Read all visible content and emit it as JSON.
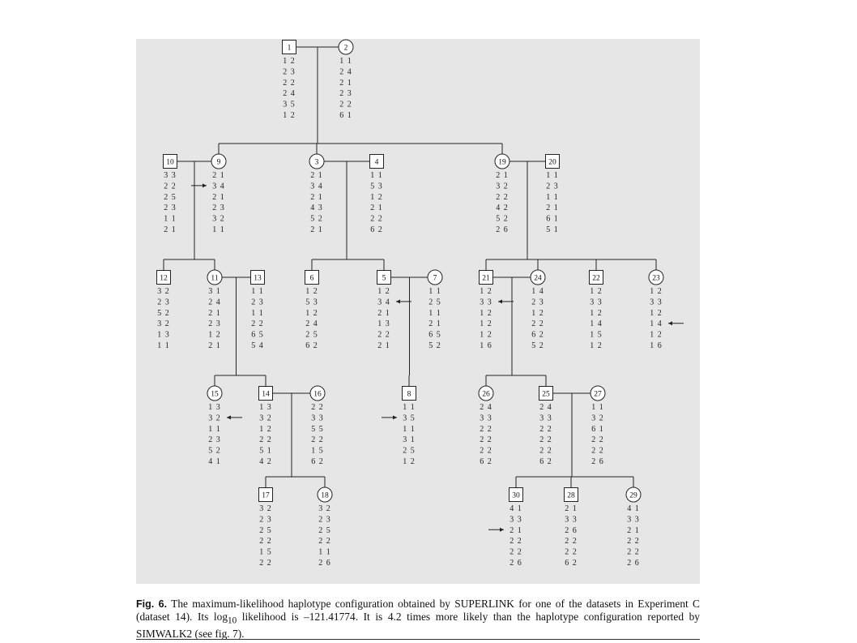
{
  "figure": {
    "individuals": [
      {
        "id": "1",
        "sex": "male",
        "haplotypes": [
          "1 2",
          "2 3",
          "2 2",
          "2 4",
          "3 5",
          "1 2"
        ]
      },
      {
        "id": "2",
        "sex": "female",
        "haplotypes": [
          "1 1",
          "2 4",
          "2 1",
          "2 3",
          "2 2",
          "6 1"
        ]
      },
      {
        "id": "10",
        "sex": "male",
        "haplotypes": [
          "3 3",
          "2 2",
          "2 5",
          "2 3",
          "1 1",
          "2 1"
        ]
      },
      {
        "id": "9",
        "sex": "female",
        "haplotypes": [
          "2 1",
          "3 4",
          "2 1",
          "2 3",
          "3 2",
          "1 1"
        ]
      },
      {
        "id": "3",
        "sex": "female",
        "haplotypes": [
          "2 1",
          "3 4",
          "2 1",
          "4 3",
          "5 2",
          "2 1"
        ]
      },
      {
        "id": "4",
        "sex": "male",
        "haplotypes": [
          "1 1",
          "5 3",
          "1 2",
          "2 1",
          "2 2",
          "6 2"
        ]
      },
      {
        "id": "19",
        "sex": "female",
        "haplotypes": [
          "2 1",
          "3 2",
          "2 2",
          "4 2",
          "5 2",
          "2 6"
        ]
      },
      {
        "id": "20",
        "sex": "male",
        "haplotypes": [
          "1 1",
          "2 3",
          "1 1",
          "2 1",
          "6 1",
          "5 1"
        ]
      },
      {
        "id": "12",
        "sex": "male",
        "haplotypes": [
          "3 2",
          "2 3",
          "5 2",
          "3 2",
          "1 3",
          "1 1"
        ]
      },
      {
        "id": "11",
        "sex": "female",
        "haplotypes": [
          "3 1",
          "2 4",
          "2 1",
          "2 3",
          "1 2",
          "2 1"
        ]
      },
      {
        "id": "13",
        "sex": "male",
        "haplotypes": [
          "1 1",
          "2 3",
          "1 1",
          "2 2",
          "6 5",
          "5 4"
        ]
      },
      {
        "id": "6",
        "sex": "male",
        "haplotypes": [
          "1 2",
          "5 3",
          "1 2",
          "2 4",
          "2 5",
          "6 2"
        ]
      },
      {
        "id": "5",
        "sex": "male",
        "haplotypes": [
          "1 2",
          "3 4",
          "2 1",
          "1 3",
          "2 2",
          "2 1"
        ]
      },
      {
        "id": "7",
        "sex": "female",
        "haplotypes": [
          "1 1",
          "2 5",
          "1 1",
          "2 1",
          "6 5",
          "5 2"
        ]
      },
      {
        "id": "21",
        "sex": "male",
        "haplotypes": [
          "1 2",
          "3 3",
          "1 2",
          "1 2",
          "1 2",
          "1 6"
        ]
      },
      {
        "id": "24",
        "sex": "female",
        "haplotypes": [
          "1 4",
          "2 3",
          "1 2",
          "2 2",
          "6 2",
          "5 2"
        ]
      },
      {
        "id": "22",
        "sex": "male",
        "haplotypes": [
          "1 2",
          "3 3",
          "1 2",
          "1 4",
          "1 5",
          "1 2"
        ]
      },
      {
        "id": "23",
        "sex": "female",
        "haplotypes": [
          "1 2",
          "3 3",
          "1 2",
          "1 4",
          "1 2",
          "1 6"
        ]
      },
      {
        "id": "15",
        "sex": "female",
        "haplotypes": [
          "1 3",
          "3 2",
          "1 1",
          "2 3",
          "5 2",
          "4 1"
        ]
      },
      {
        "id": "14",
        "sex": "male",
        "haplotypes": [
          "1 3",
          "3 2",
          "1 2",
          "2 2",
          "5 1",
          "4 2"
        ]
      },
      {
        "id": "16",
        "sex": "female",
        "haplotypes": [
          "2 2",
          "3 3",
          "5 5",
          "2 2",
          "1 5",
          "6 2"
        ]
      },
      {
        "id": "8",
        "sex": "male",
        "haplotypes": [
          "1 1",
          "3 5",
          "1 1",
          "3 1",
          "2 5",
          "1 2"
        ]
      },
      {
        "id": "26",
        "sex": "female",
        "haplotypes": [
          "2 4",
          "3 3",
          "2 2",
          "2 2",
          "2 2",
          "6 2"
        ]
      },
      {
        "id": "25",
        "sex": "male",
        "haplotypes": [
          "2 4",
          "3 3",
          "2 2",
          "2 2",
          "2 2",
          "6 2"
        ]
      },
      {
        "id": "27",
        "sex": "female",
        "haplotypes": [
          "1 1",
          "3 2",
          "6 1",
          "2 2",
          "2 2",
          "2 6"
        ]
      },
      {
        "id": "17",
        "sex": "male",
        "haplotypes": [
          "3 2",
          "2 3",
          "2 5",
          "2 2",
          "1 5",
          "2 2"
        ]
      },
      {
        "id": "18",
        "sex": "female",
        "haplotypes": [
          "3 2",
          "2 3",
          "2 5",
          "2 2",
          "1 1",
          "2 6"
        ]
      },
      {
        "id": "30",
        "sex": "male",
        "haplotypes": [
          "4 1",
          "3 3",
          "2 1",
          "2 2",
          "2 2",
          "2 6"
        ]
      },
      {
        "id": "28",
        "sex": "male",
        "haplotypes": [
          "2 1",
          "3 3",
          "2 6",
          "2 2",
          "2 2",
          "6 2"
        ]
      },
      {
        "id": "29",
        "sex": "female",
        "haplotypes": [
          "4 1",
          "3 3",
          "2 1",
          "2 2",
          "2 2",
          "2 6"
        ]
      }
    ],
    "marriages": [
      {
        "parents": [
          "1",
          "2"
        ],
        "children": [
          "9",
          "3",
          "19"
        ]
      },
      {
        "parents": [
          "10",
          "9"
        ],
        "children": [
          "12",
          "11"
        ]
      },
      {
        "parents": [
          "3",
          "4"
        ],
        "children": [
          "6",
          "5"
        ]
      },
      {
        "parents": [
          "19",
          "20"
        ],
        "children": [
          "21",
          "24",
          "22",
          "23"
        ]
      },
      {
        "parents": [
          "11",
          "13"
        ],
        "children": [
          "15",
          "14"
        ]
      },
      {
        "parents": [
          "5",
          "7"
        ],
        "children": [
          "8"
        ]
      },
      {
        "parents": [
          "21",
          "24"
        ],
        "children": [
          "26",
          "25"
        ]
      },
      {
        "parents": [
          "14",
          "16"
        ],
        "children": [
          "17",
          "18"
        ]
      },
      {
        "parents": [
          "25",
          "27"
        ],
        "children": [
          "30",
          "28",
          "29"
        ]
      }
    ],
    "arrow_markers": [
      {
        "id": "9",
        "line": 2,
        "side": "left"
      },
      {
        "id": "5",
        "line": 2,
        "side": "right"
      },
      {
        "id": "21",
        "line": 2,
        "side": "right"
      },
      {
        "id": "23",
        "line": 4,
        "side": "right"
      },
      {
        "id": "15",
        "line": 2,
        "side": "right"
      },
      {
        "id": "8",
        "line": 2,
        "side": "left"
      },
      {
        "id": "30",
        "line": 3,
        "side": "left"
      }
    ],
    "colors": {
      "panel_background": "#e6e6e6",
      "ink": "#222222"
    }
  },
  "caption": {
    "label": "Fig. 6.",
    "text_before_sub": "The maximum-likelihood haplotype configuration obtained by SUPERLINK for one of the datasets in Experiment C (dataset 14). Its log",
    "subscript": "10",
    "text_after_sub": " likelihood is –121.41774. It is 4.2 times more likely than the haplotype configuration reported by SIMWALK2 (see fig. 7)."
  }
}
